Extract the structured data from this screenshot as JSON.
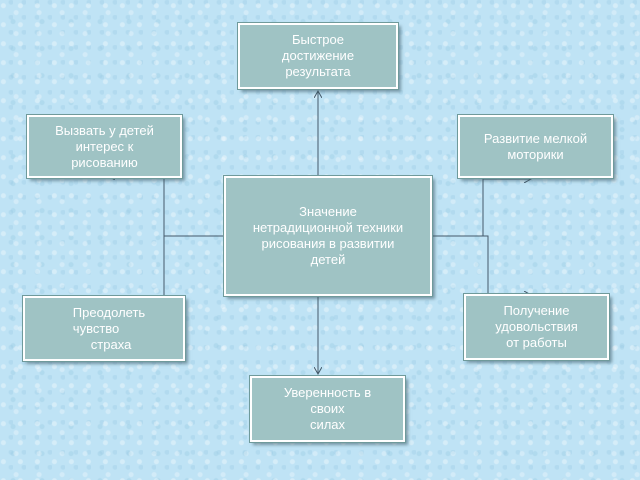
{
  "diagram": {
    "center": {
      "lines": [
        "Значение",
        "нетрадиционной техники",
        "рисования в развитии",
        "детей"
      ]
    },
    "top": {
      "lines": [
        "Быстрое",
        "достижение",
        "результата"
      ]
    },
    "top_left": {
      "lines": [
        "Вызвать у детей",
        "интерес к",
        "рисованию"
      ]
    },
    "top_right": {
      "lines": [
        "Развитие мелкой",
        "моторики"
      ]
    },
    "bottom_left": {
      "lines": [
        "Преодолеть",
        "чувство",
        "страха"
      ]
    },
    "bottom_right": {
      "lines": [
        "Получение",
        "удовольствия",
        "от работы"
      ]
    },
    "bottom": {
      "lines": [
        "Уверенность в",
        "своих",
        "силах"
      ]
    }
  },
  "colors": {
    "background": "#bfe3f5",
    "node_fill": "#9fc3c4",
    "node_border": "#ffffff",
    "node_text": "#ffffff",
    "connector": "#445a6a"
  }
}
